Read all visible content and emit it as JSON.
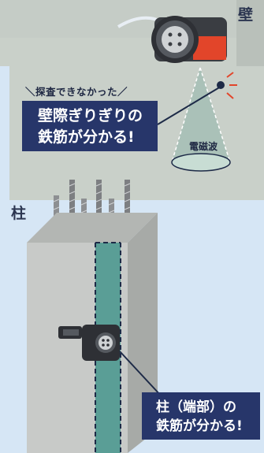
{
  "wall_label": "壁",
  "pillar_label": "柱",
  "note_text": "＼探査できなかった／",
  "wall_callout": {
    "line1": "壁際ぎりぎりの",
    "line2": "鉄筋が分かる!"
  },
  "wave_label": "電磁波",
  "pillar_callout": {
    "line1": "柱（端部）の",
    "line2": "鉄筋が分かる!"
  },
  "colors": {
    "background": "#d6e6f5",
    "wall": "#c9d0c9",
    "pillar_front": "#c8cac8",
    "pillar_top": "#b3b6b3",
    "pillar_side": "#a7aaa7",
    "rebar_band": "#5a9e96",
    "callout": "#27366a",
    "scanner_accent": "#e2452a"
  }
}
